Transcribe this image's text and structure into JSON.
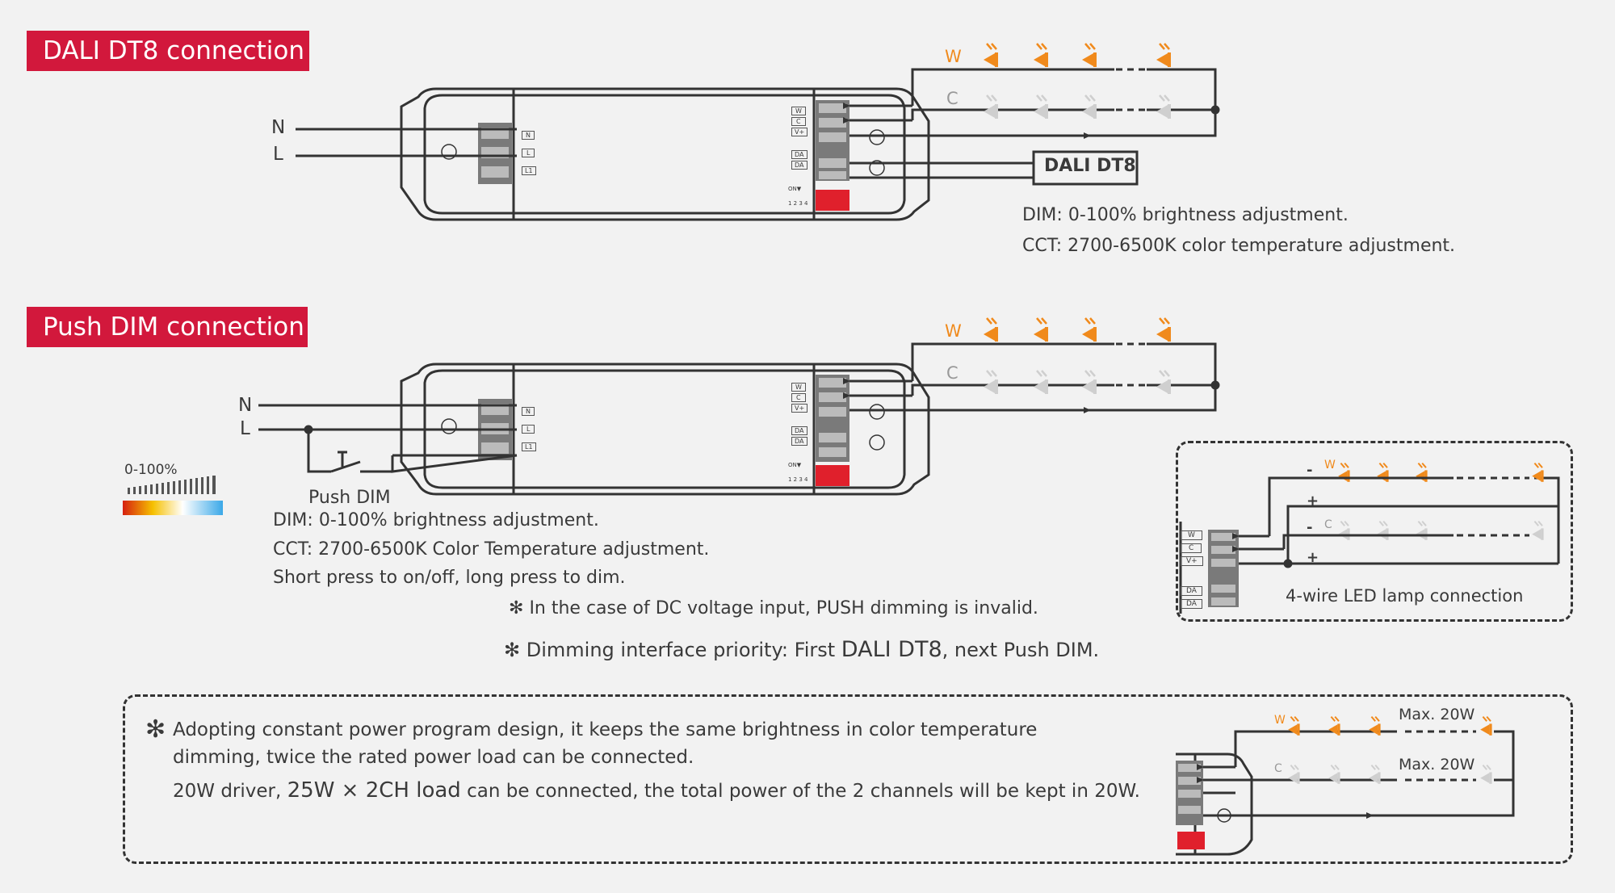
{
  "sections": {
    "dali_title": "DALI DT8 connection",
    "push_title": "Push DIM connection"
  },
  "dali": {
    "label_n": "N",
    "label_l": "L",
    "controller_box": "DALI DT8",
    "dim_text": "DIM: 0-100% brightness adjustment.",
    "cct_text": "CCT: 2700-6500K color temperature adjustment.",
    "w_label": "W",
    "c_label": "C"
  },
  "push": {
    "label_n": "N",
    "label_l": "L",
    "switch_label": "Push DIM",
    "scale_label": "0-100%",
    "dim_text": "DIM: 0-100% brightness adjustment.",
    "cct_text": "CCT: 2700-6500K Color Temperature adjustment.",
    "press_text": "Short press to on/off, long press to dim.",
    "dc_note": "In the case of DC voltage input, PUSH dimming is invalid.",
    "priority_pre": "Dimming interface priority: First ",
    "priority_big": "DALI DT8",
    "priority_post": ", next Push DIM.",
    "w_label": "W",
    "c_label": "C"
  },
  "four_wire": {
    "caption": "4-wire LED lamp connection",
    "w_label": "W",
    "c_label": "C",
    "minus": "-",
    "plus": "+"
  },
  "driver_terminals": {
    "input": [
      "N",
      "L",
      "L1"
    ],
    "output": [
      "W",
      "C",
      "V+"
    ],
    "dali": [
      "DA",
      "DA"
    ],
    "dip": "ON▼",
    "dip_nums": "1 2 3 4"
  },
  "bottom": {
    "line1": "Adopting constant power program design, it keeps the same brightness in color temperature",
    "line2": "dimming, twice the rated power load can be connected.",
    "line3_pre": "20W driver, ",
    "line3_big": "25W × 2CH load",
    "line3_post": " can be connected, the total power of the 2 channels will be kept in 20W.",
    "max1": "Max. 20W",
    "max2": "Max. 20W",
    "w_label": "W",
    "c_label": "C"
  },
  "colors": {
    "banner": "#d2183c",
    "led_warm": "#f08a1c",
    "led_cool": "#cfcfcf",
    "dip": "#e0202c",
    "scale_gradient": [
      "#d62010",
      "#f6c000",
      "#ffffff",
      "#3aa8e8"
    ]
  },
  "icons": [
    "led-warm-icon",
    "led-cool-icon",
    "push-switch-icon",
    "asterisk-icon",
    "dip-switch-icon",
    "terminal-block-icon"
  ]
}
